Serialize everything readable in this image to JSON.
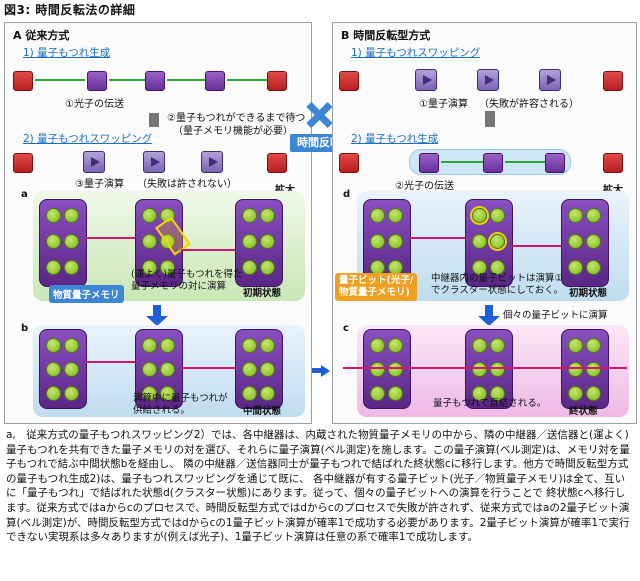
{
  "title": "図3:  時間反転法の詳細",
  "panels": {
    "left": {
      "head": "A  従来方式",
      "step1": "1) 量子もつれ生成",
      "photon": "①光子の伝送",
      "wait": "②量子もつれができるまで待つ",
      "wait_note": "（量子メモリ機能が必要）",
      "step2": "2) 量子もつれスワッピング",
      "op": "③量子演算",
      "op_note": "（失敗は許されない）",
      "zoom": "拡大",
      "a": "a",
      "b": "b",
      "memory_label": "物質量子メモリ",
      "memory_note": "(運よく)量子もつれを得た\n量子メモリの対に演算",
      "initial": "初期状態",
      "supply_note": "演算中に量子もつれが\n供給される。",
      "middle": "中間状態"
    },
    "right": {
      "head": "B  時間反転型方式",
      "step1": "1) 量子もつれスワッピング",
      "op": "①量子演算",
      "op_note": "（失敗が許容される）",
      "step2": "2) 量子もつれ生成",
      "photon": "②光子の伝送",
      "zoom": "拡大",
      "d": "d",
      "c": "c",
      "qubit_label": "量子ビット(光子/\n物質量子メモリ)",
      "relay_note": "中継器内の量子ビットは演算①\nでクラスター状態にしておく。",
      "initial": "初期状態",
      "each_op": "個々の量子ビットに演算",
      "direct_note": "量子もつれで直結される。",
      "final": "終状態"
    },
    "center": {
      "reverse": "時間反転"
    }
  },
  "description": "a,　従来方式の量子もつれスワッピング2）では、各中継器は、内蔵された物質量子メモリの中から、隣の中継器／送信器と(運よく)量子もつれを共有できた量子メモリの対を選び、それらに量子演算(ベル測定)を施します。この量子演算(ベル測定)は、メモリ対を量子もつれで結ぶ中間状態bを経由し、 隣の中継器／送信器同士が量子もつれで結ばれた終状態cに移行します。他方で時間反転型方式の量子もつれ生成2)は、量子もつれスワッピングを通じて既に、 各中継器が有する量子ビット(光子／物質量子メモリ)は全て、互いに「量子もつれ」で結ばれた状態d(クラスター状態)にあります。従って、個々の量子ビットへの演算を行うことで 終状態cへ移行します。従来方式ではaからcのプロセスで、時間反転型方式ではdからcのプロセスで失敗が許されず、従来方式ではaの2量子ビット演算(ベル測定)が、時間反転型方式ではdからcの1量子ビット演算が確率1で成功する必要があります。2量子ビット演算が確率1で実行できない実現系は多々ありますが(例えば光子)、1量子ビット演算は任意の系で確率1で成功します。"
}
